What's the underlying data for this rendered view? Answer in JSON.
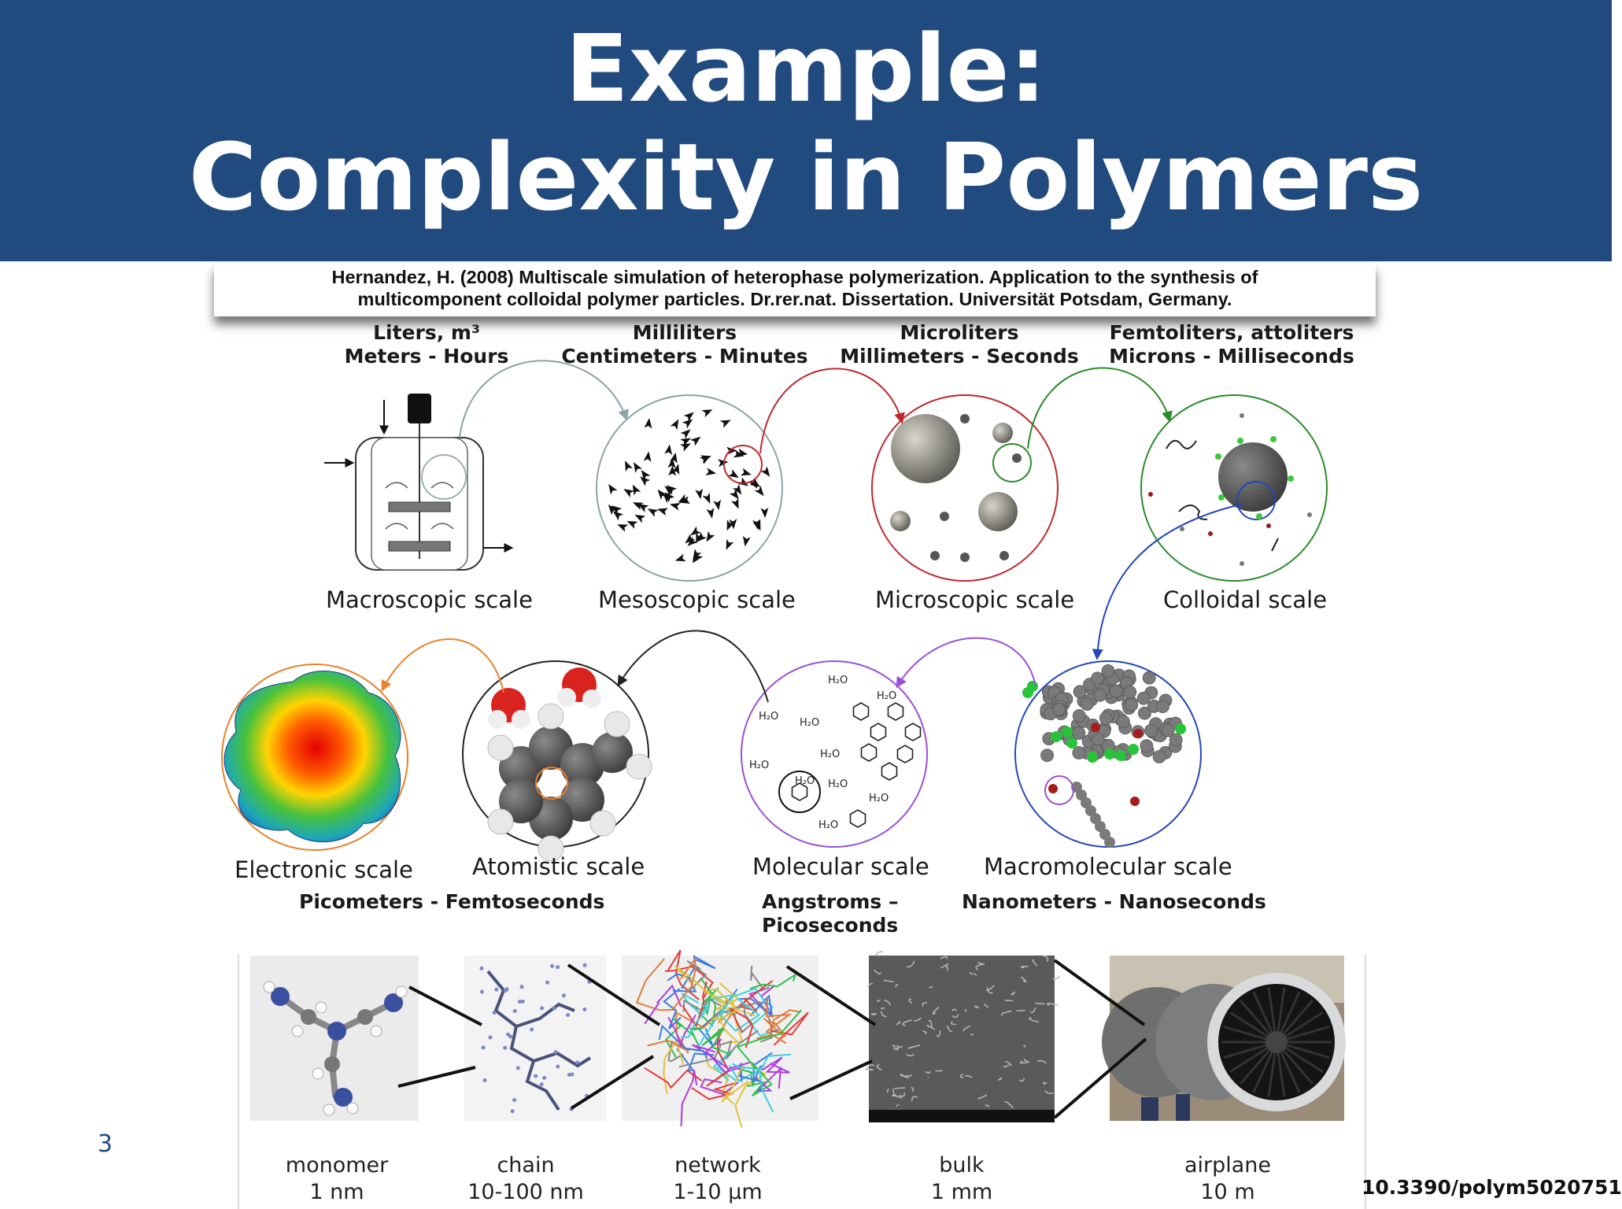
{
  "slide": {
    "title_line1": "Example:",
    "title_line2": "Complexity in Polymers",
    "page_number": "3",
    "doi": "10.3390/polym5020751",
    "colors": {
      "banner": "#214a7f",
      "title_text": "#ffffff"
    }
  },
  "reference": {
    "line1": "Hernandez, H. (2008) Multiscale simulation of heterophase polymerization. Application to the synthesis of",
    "line2": "multicomponent colloidal polymer particles. Dr.rer.nat. Dissertation. Universität Potsdam, Germany."
  },
  "top_row": [
    {
      "unit1": "Liters, m³",
      "unit2": "Meters - Hours",
      "scale": "Macroscopic scale"
    },
    {
      "unit1": "Milliliters",
      "unit2": "Centimeters - Minutes",
      "scale": "Mesoscopic scale"
    },
    {
      "unit1": "Microliters",
      "unit2": "Millimeters - Seconds",
      "scale": "Microscopic scale"
    },
    {
      "unit1": "Femtoliters, attoliters",
      "unit2": "Microns - Milliseconds",
      "scale": "Colloidal scale"
    }
  ],
  "bottom_row": [
    {
      "scale": "Electronic scale"
    },
    {
      "scale": "Atomistic scale"
    },
    {
      "scale": "Molecular scale"
    },
    {
      "scale": "Macromolecular scale"
    }
  ],
  "bottom_units": {
    "left": "Picometers - Femtoseconds",
    "middle_line1": "Angstroms –",
    "middle_line2": "Picoseconds",
    "right": "Nanometers - Nanoseconds"
  },
  "molecule_label": "H₂O",
  "strip": [
    {
      "name": "monomer",
      "size": "1 nm"
    },
    {
      "name": "chain",
      "size": "10-100 nm"
    },
    {
      "name": "network",
      "size": "1-10 μm"
    },
    {
      "name": "bulk",
      "size": "1 mm"
    },
    {
      "name": "airplane",
      "size": "10 m"
    }
  ]
}
